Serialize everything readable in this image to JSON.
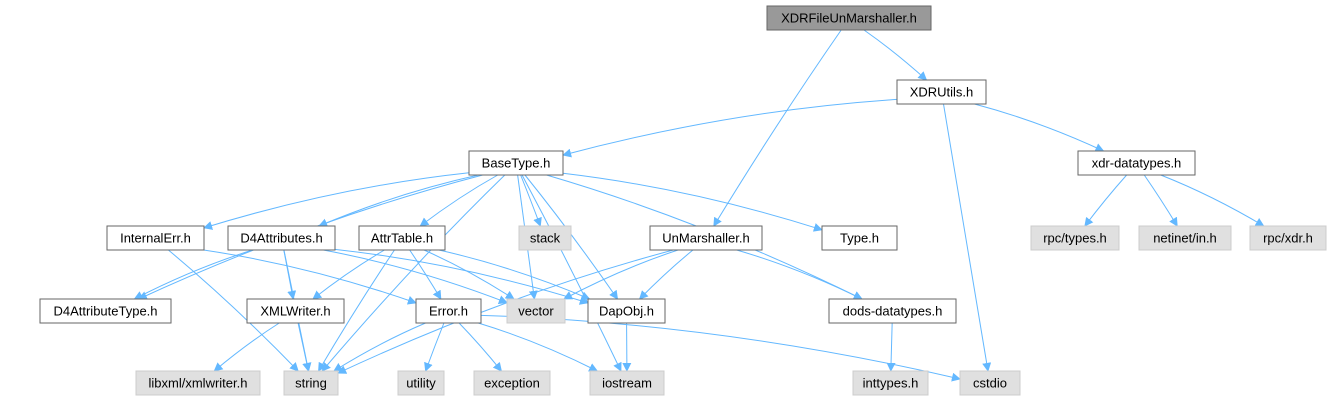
{
  "colors": {
    "edge": "#63b8ff",
    "node_border": "#666666",
    "node_fill": "#ffffff",
    "root_fill": "#999999",
    "external_fill": "#e0e0e0",
    "external_border": "#cccccc",
    "text": "#000000"
  },
  "nodes": [
    {
      "id": "xdrfileunmarshaller",
      "label": "XDRFileUnMarshaller.h",
      "kind": "root"
    },
    {
      "id": "xdrutils",
      "label": "XDRUtils.h",
      "kind": "local"
    },
    {
      "id": "basetype",
      "label": "BaseType.h",
      "kind": "local"
    },
    {
      "id": "xdr-datatypes",
      "label": "xdr-datatypes.h",
      "kind": "local"
    },
    {
      "id": "rpc-types",
      "label": "rpc/types.h",
      "kind": "external"
    },
    {
      "id": "netinet-in",
      "label": "netinet/in.h",
      "kind": "external"
    },
    {
      "id": "rpc-xdr",
      "label": "rpc/xdr.h",
      "kind": "external"
    },
    {
      "id": "internalerr",
      "label": "InternalErr.h",
      "kind": "local"
    },
    {
      "id": "d4attributes",
      "label": "D4Attributes.h",
      "kind": "local"
    },
    {
      "id": "attrtable",
      "label": "AttrTable.h",
      "kind": "local"
    },
    {
      "id": "stack",
      "label": "stack",
      "kind": "external"
    },
    {
      "id": "unmarshaller",
      "label": "UnMarshaller.h",
      "kind": "local"
    },
    {
      "id": "type",
      "label": "Type.h",
      "kind": "local"
    },
    {
      "id": "d4attributetype",
      "label": "D4AttributeType.h",
      "kind": "local"
    },
    {
      "id": "xmlwriter",
      "label": "XMLWriter.h",
      "kind": "local"
    },
    {
      "id": "error",
      "label": "Error.h",
      "kind": "local"
    },
    {
      "id": "vector",
      "label": "vector",
      "kind": "external"
    },
    {
      "id": "dapobj",
      "label": "DapObj.h",
      "kind": "local"
    },
    {
      "id": "dods-datatypes",
      "label": "dods-datatypes.h",
      "kind": "local"
    },
    {
      "id": "libxml-xmlwriter",
      "label": "libxml/xmlwriter.h",
      "kind": "external"
    },
    {
      "id": "string",
      "label": "string",
      "kind": "external"
    },
    {
      "id": "utility",
      "label": "utility",
      "kind": "external"
    },
    {
      "id": "exception",
      "label": "exception",
      "kind": "external"
    },
    {
      "id": "iostream",
      "label": "iostream",
      "kind": "external"
    },
    {
      "id": "inttypes",
      "label": "inttypes.h",
      "kind": "external"
    },
    {
      "id": "cstdio",
      "label": "cstdio",
      "kind": "external"
    }
  ],
  "edges": [
    [
      "xdrfileunmarshaller",
      "xdrutils"
    ],
    [
      "xdrfileunmarshaller",
      "unmarshaller"
    ],
    [
      "xdrutils",
      "basetype"
    ],
    [
      "xdrutils",
      "xdr-datatypes"
    ],
    [
      "xdrutils",
      "cstdio"
    ],
    [
      "xdr-datatypes",
      "rpc-types"
    ],
    [
      "xdr-datatypes",
      "netinet-in"
    ],
    [
      "xdr-datatypes",
      "rpc-xdr"
    ],
    [
      "basetype",
      "internalerr"
    ],
    [
      "basetype",
      "d4attributes"
    ],
    [
      "basetype",
      "attrtable"
    ],
    [
      "basetype",
      "stack"
    ],
    [
      "basetype",
      "vector"
    ],
    [
      "basetype",
      "dapobj"
    ],
    [
      "basetype",
      "type"
    ],
    [
      "basetype",
      "dods-datatypes"
    ],
    [
      "basetype",
      "iostream"
    ],
    [
      "basetype",
      "string"
    ],
    [
      "basetype",
      "d4attributetype"
    ],
    [
      "internalerr",
      "error"
    ],
    [
      "internalerr",
      "string"
    ],
    [
      "d4attributes",
      "d4attributetype"
    ],
    [
      "d4attributes",
      "xmlwriter"
    ],
    [
      "d4attributes",
      "string"
    ],
    [
      "d4attributes",
      "vector"
    ],
    [
      "d4attributes",
      "dapobj"
    ],
    [
      "attrtable",
      "xmlwriter"
    ],
    [
      "attrtable",
      "error"
    ],
    [
      "attrtable",
      "string"
    ],
    [
      "attrtable",
      "vector"
    ],
    [
      "attrtable",
      "dapobj"
    ],
    [
      "unmarshaller",
      "vector"
    ],
    [
      "unmarshaller",
      "dapobj"
    ],
    [
      "unmarshaller",
      "dods-datatypes"
    ],
    [
      "unmarshaller",
      "string"
    ],
    [
      "xmlwriter",
      "libxml-xmlwriter"
    ],
    [
      "xmlwriter",
      "string"
    ],
    [
      "error",
      "string"
    ],
    [
      "error",
      "utility"
    ],
    [
      "error",
      "exception"
    ],
    [
      "error",
      "iostream"
    ],
    [
      "error",
      "cstdio"
    ],
    [
      "dapobj",
      "iostream"
    ],
    [
      "dods-datatypes",
      "inttypes"
    ]
  ]
}
